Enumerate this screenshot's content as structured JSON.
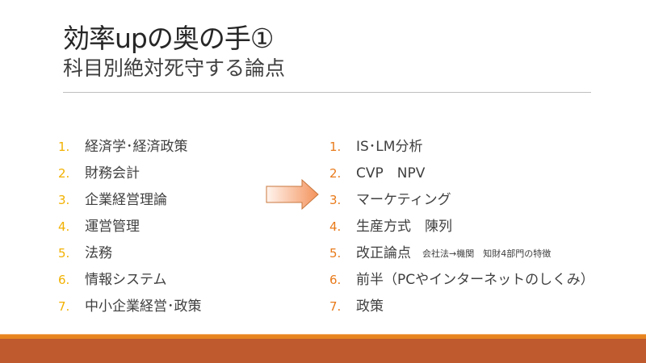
{
  "slide": {
    "title": "効率upの奥の手①",
    "subtitle": "科目別絶対死守する論点"
  },
  "left_list": [
    {
      "num": "1.",
      "label": "経済学･経済政策"
    },
    {
      "num": "2.",
      "label": "財務会計"
    },
    {
      "num": "3.",
      "label": "企業経営理論"
    },
    {
      "num": "4.",
      "label": "運営管理"
    },
    {
      "num": "5.",
      "label": "法務"
    },
    {
      "num": "6.",
      "label": "情報システム"
    },
    {
      "num": "7.",
      "label": "中小企業経営･政策"
    }
  ],
  "right_list": [
    {
      "num": "1.",
      "label": "IS･LM分析",
      "note": ""
    },
    {
      "num": "2.",
      "label": "CVP　NPV",
      "note": ""
    },
    {
      "num": "3.",
      "label": "マーケティング",
      "note": ""
    },
    {
      "num": "4.",
      "label": "生産方式　陳列",
      "note": ""
    },
    {
      "num": "5.",
      "label": "改正論点",
      "note": "会社法→機関　知財4部門の特徴"
    },
    {
      "num": "6.",
      "label": "前半（PCやインターネットのしくみ）",
      "note": ""
    },
    {
      "num": "7.",
      "label": "政策",
      "note": ""
    }
  ],
  "colors": {
    "left_number": "#f2b100",
    "right_number": "#e87a1a",
    "footer": "#be5a2d",
    "footer_stripe": "#e8841f"
  }
}
